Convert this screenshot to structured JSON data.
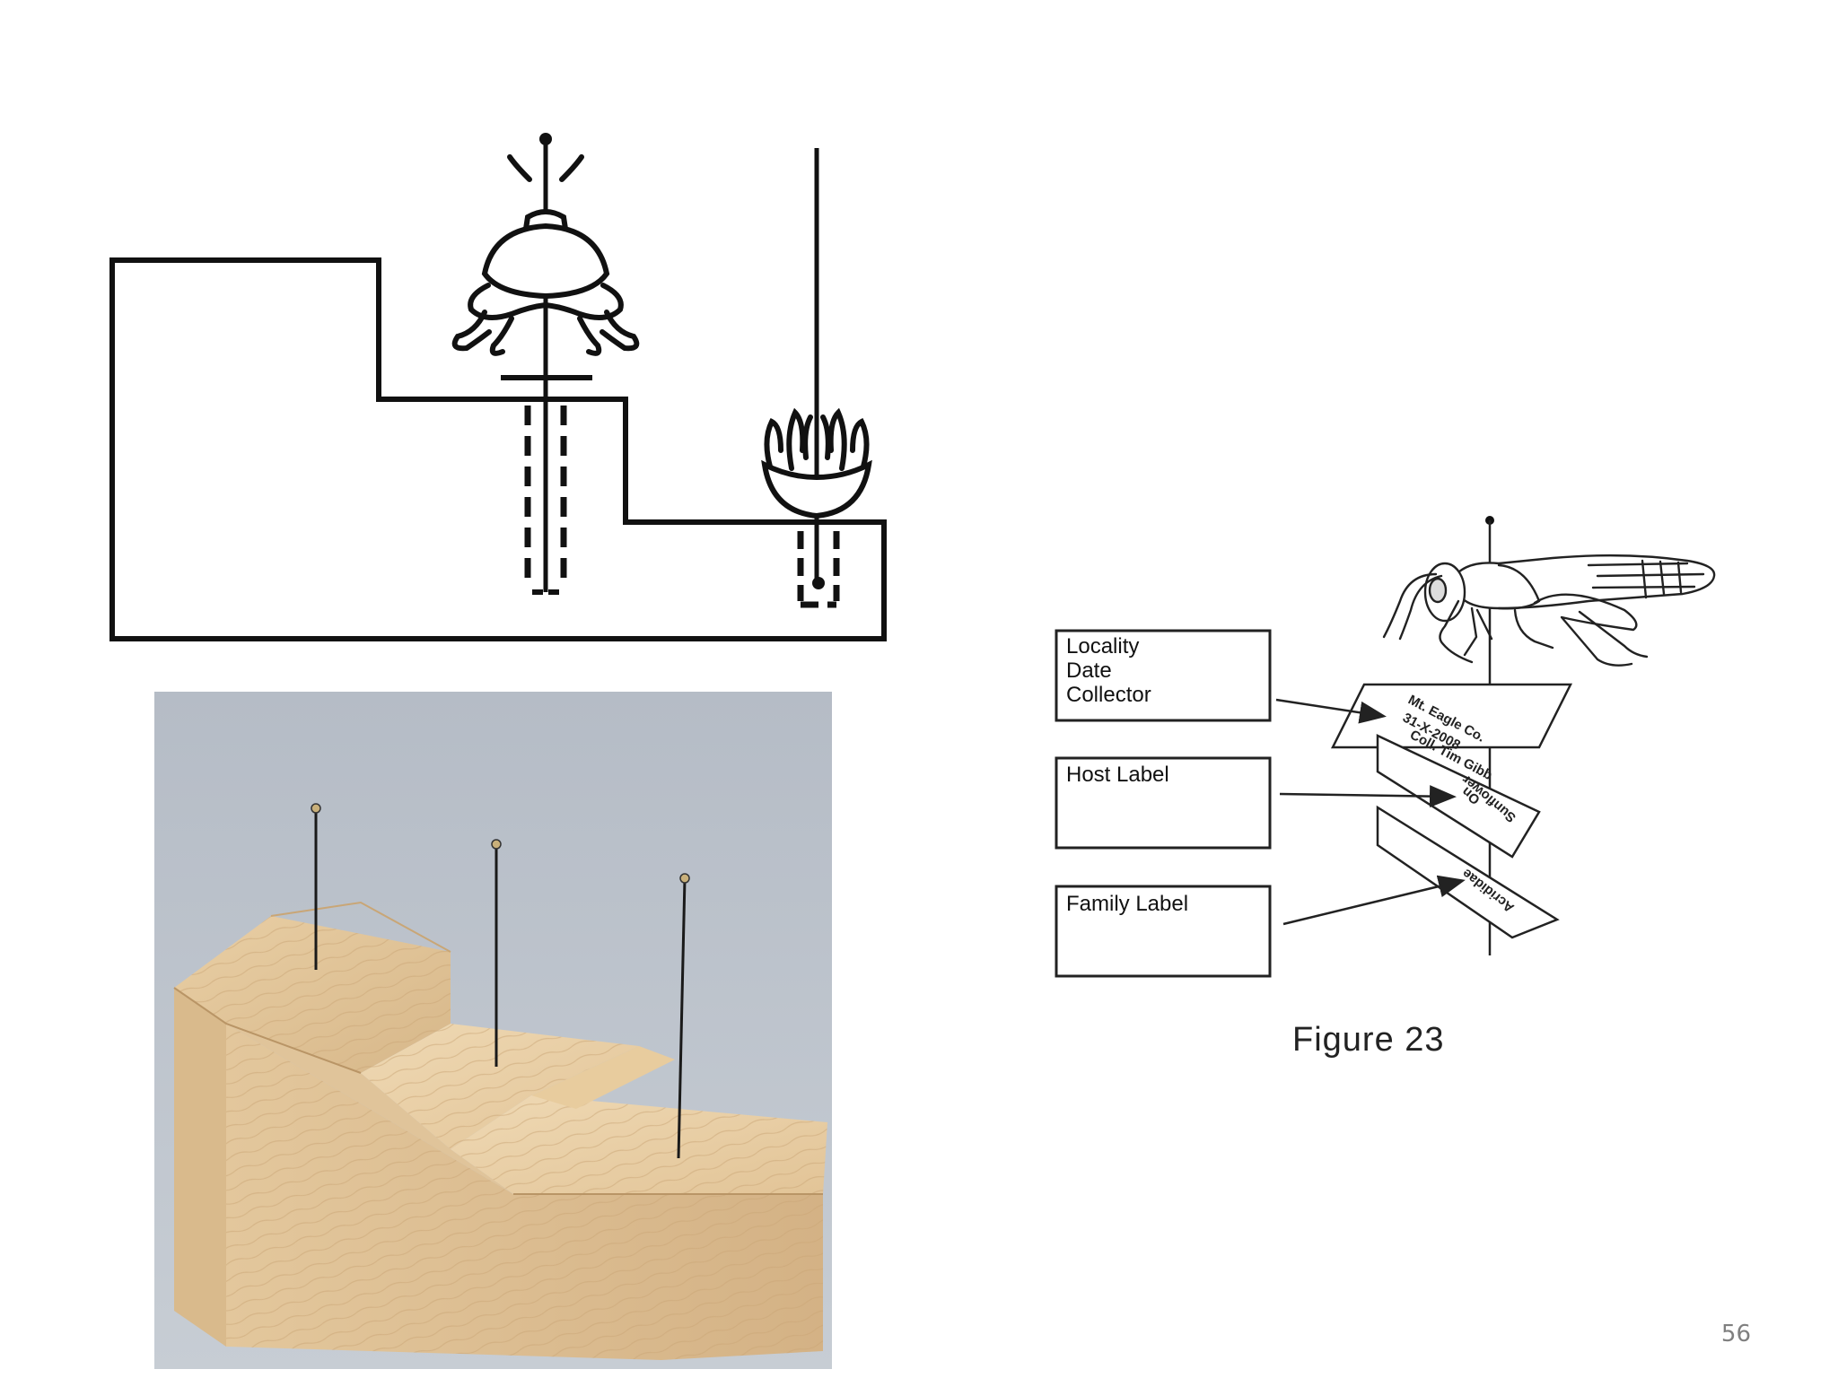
{
  "figure": {
    "caption": "Figure 23",
    "labels": [
      "Locality",
      "Date",
      "Collector",
      "Host Label",
      "Family Label"
    ],
    "pin_labels": {
      "locality_lines": [
        "Mt. Eagle Co.",
        "31-X-2008",
        "Coll. Tim Gibb"
      ],
      "host_lines": [
        "On",
        "Sunflower"
      ],
      "family_lines": [
        "Acrididae"
      ]
    }
  },
  "slide": {
    "number": "56"
  },
  "colors": {
    "ink": "#111111",
    "photo_background": "#b6bcc4",
    "wood_light": "#ecd3ac",
    "wood_mid": "#ddbf92",
    "wood_dark": "#c9a676"
  }
}
